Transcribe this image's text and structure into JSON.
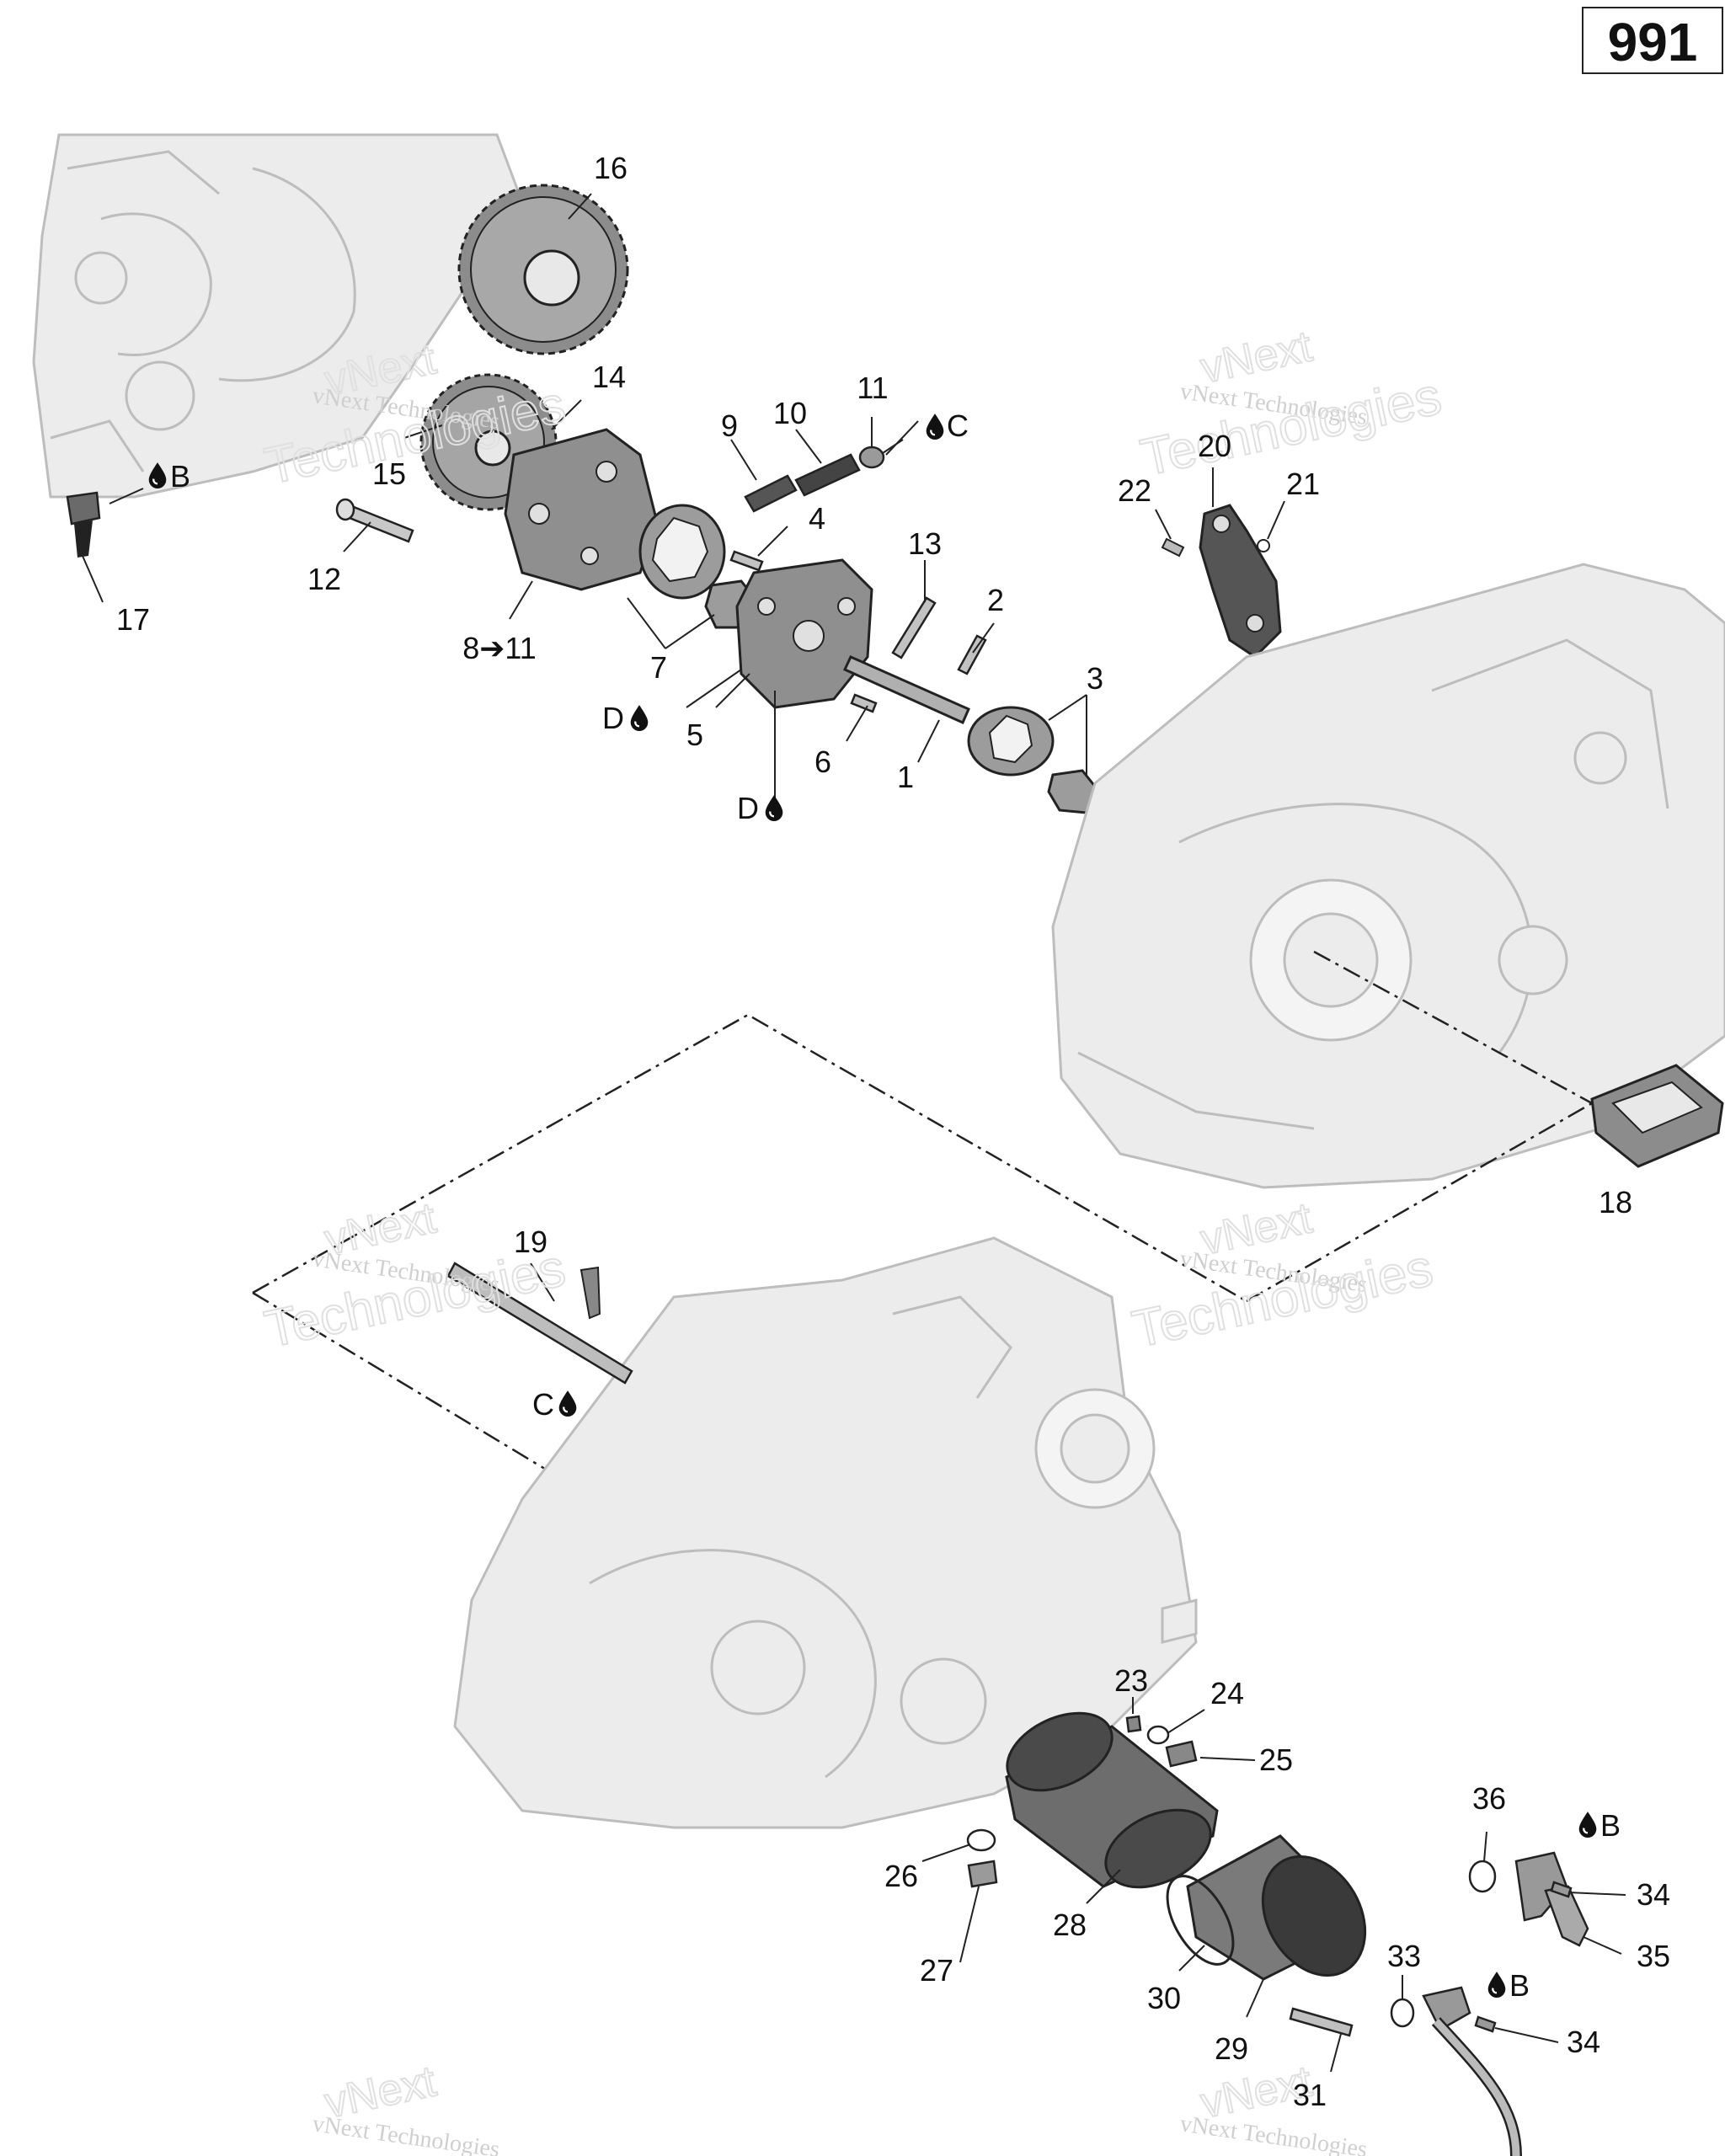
{
  "page_number": "991",
  "watermark": {
    "line1": "vNext Technologies",
    "big1": "vNext",
    "big2": "Technologies"
  },
  "callouts": {
    "c1": "1",
    "c2": "2",
    "c3": "3",
    "c4": "4",
    "c5": "5",
    "c6": "6",
    "c7": "7",
    "c8": "8➔11",
    "c9": "9",
    "c10": "10",
    "c11": "11",
    "c12": "12",
    "c13": "13",
    "c14": "14",
    "c15": "15",
    "c16": "16",
    "c17": "17",
    "c18": "18",
    "c19": "19",
    "c20": "20",
    "c21": "21",
    "c22": "22",
    "c23": "23",
    "c24": "24",
    "c25": "25",
    "c26": "26",
    "c27": "27",
    "c28": "28",
    "c29": "29",
    "c30": "30",
    "c31": "31",
    "c33": "33",
    "c34a": "34",
    "c34b": "34",
    "c35": "35",
    "c36": "36"
  },
  "lubricant_marks": {
    "b1": "B",
    "b2": "B",
    "b3": "B",
    "c1": "C",
    "c2": "C",
    "d1": "D",
    "d2": "D"
  },
  "colors": {
    "line": "#222222",
    "ghost": "#bdbdbd",
    "part_fill": "#9a9a9a",
    "dark_part": "#3a3a3a"
  }
}
